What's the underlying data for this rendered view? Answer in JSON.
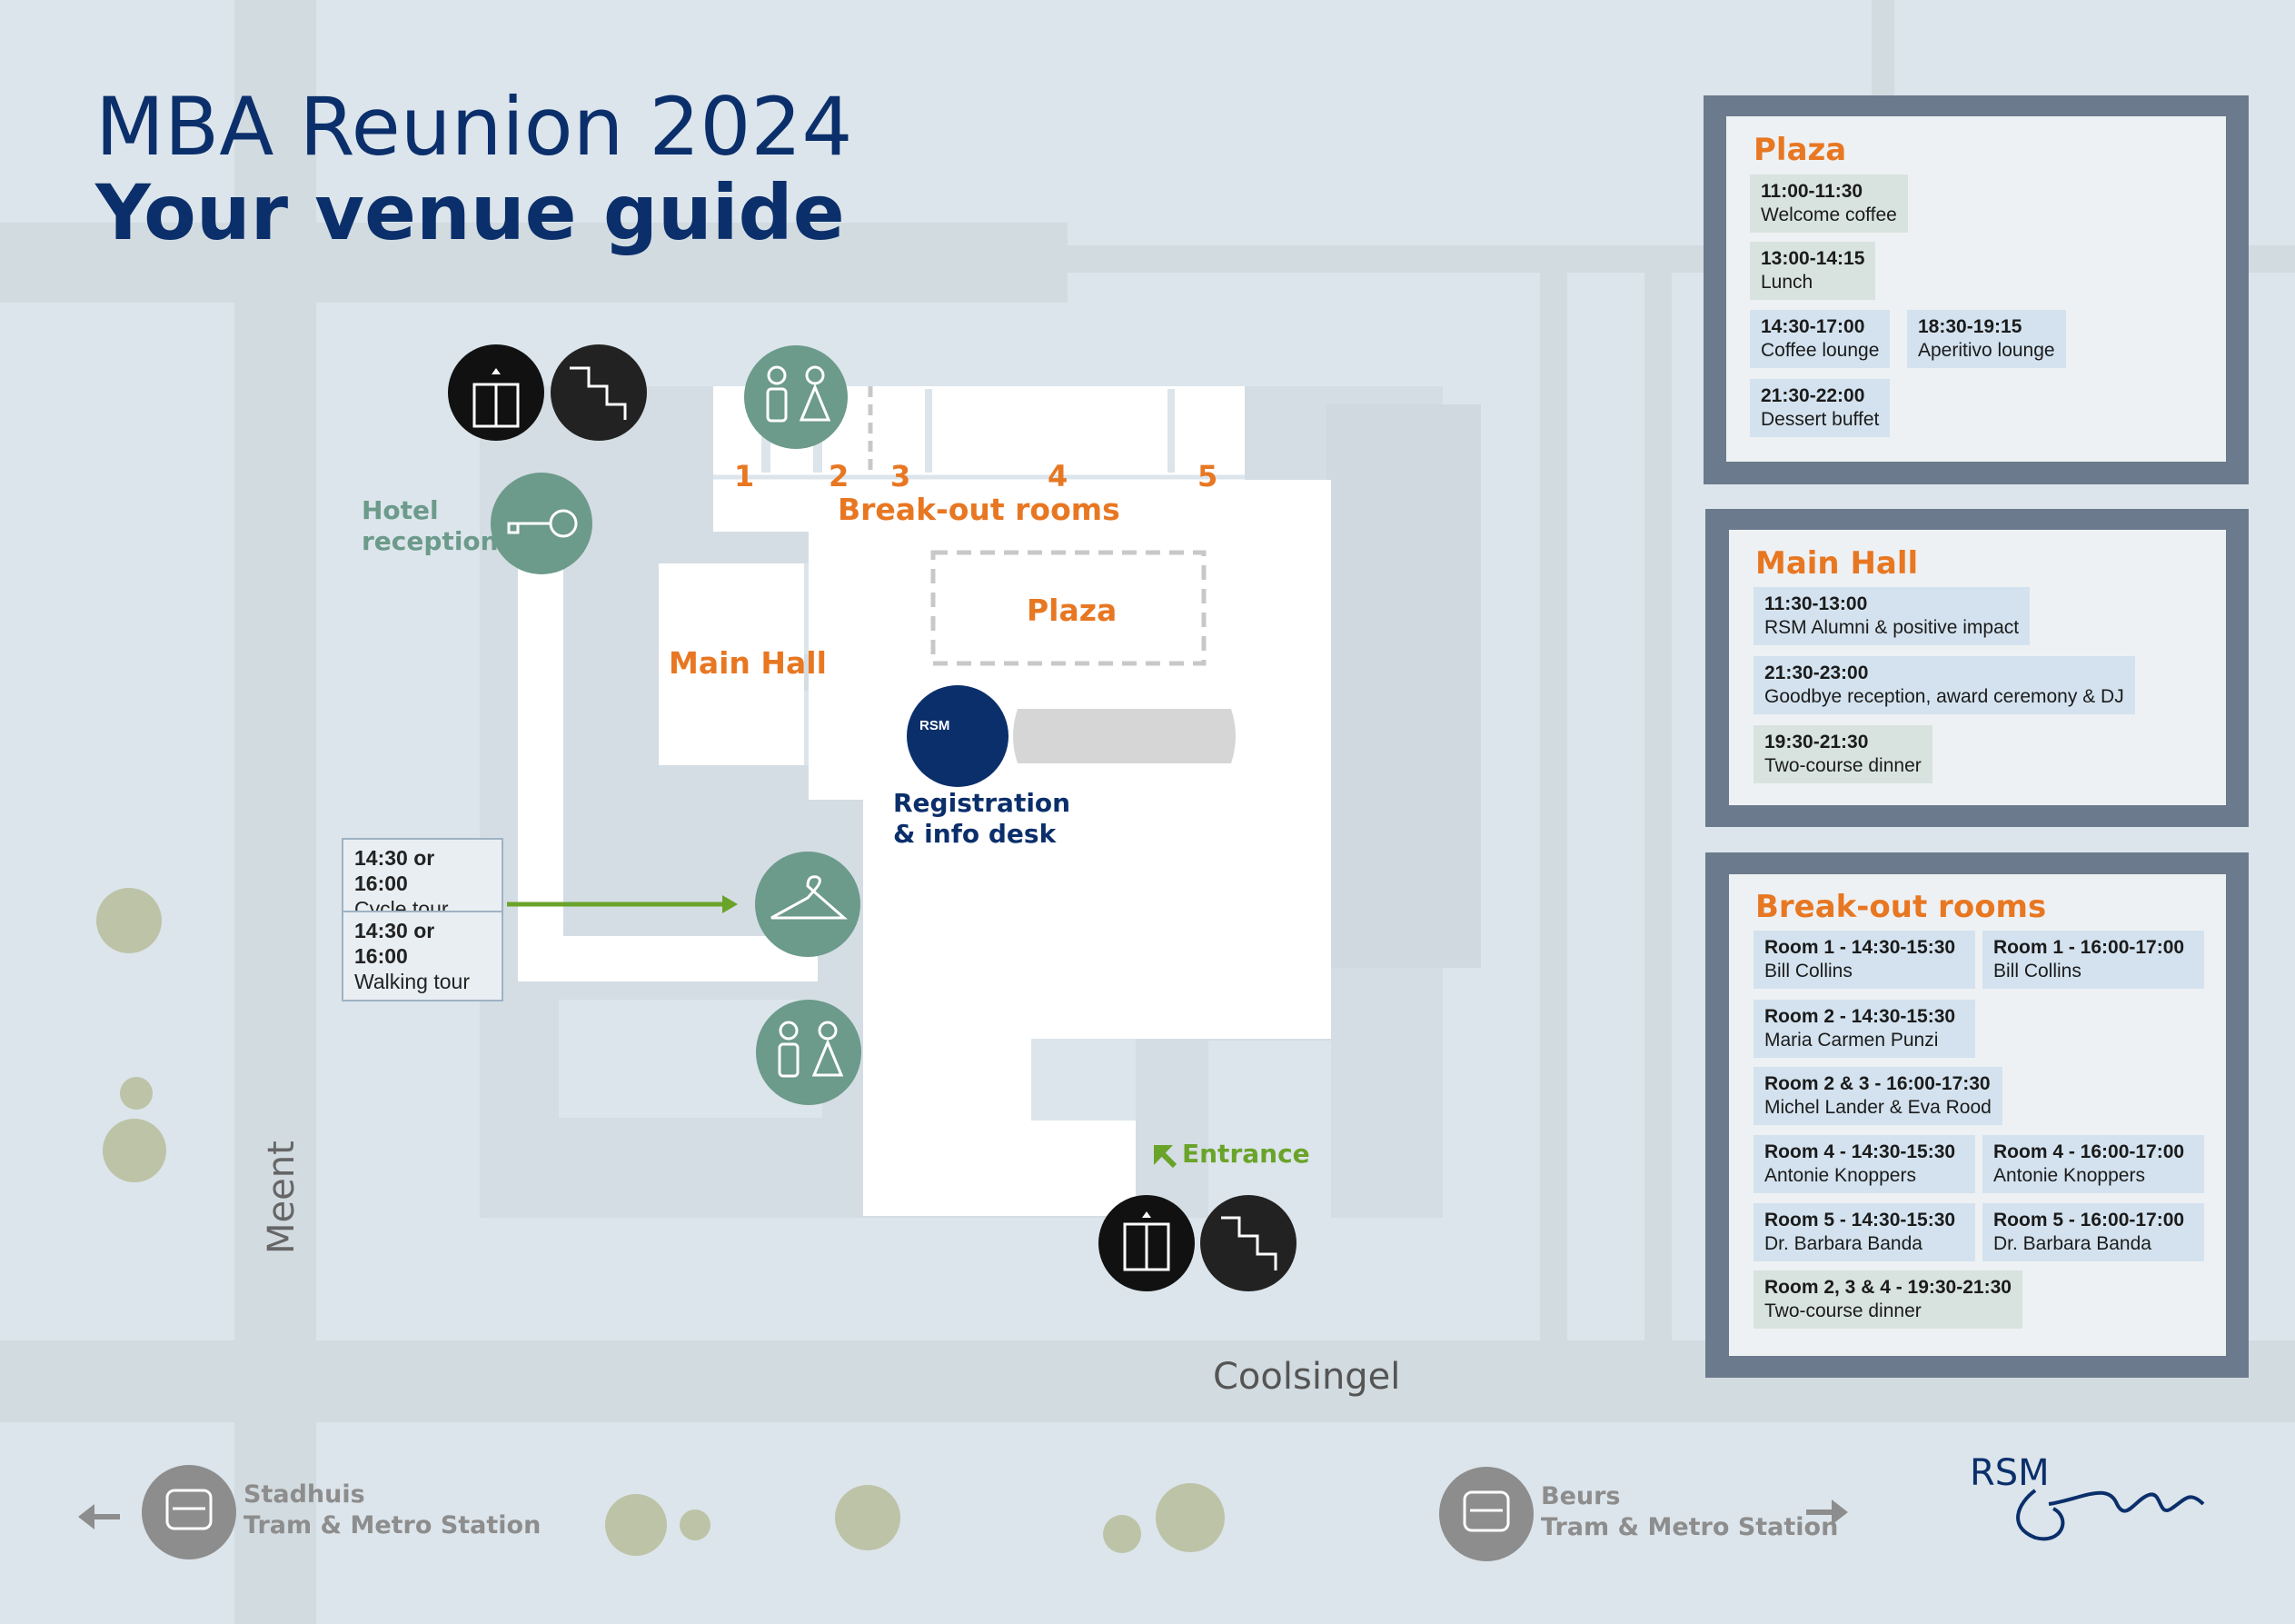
{
  "title": {
    "line1": "MBA Reunion 2024",
    "line2": "Your venue guide"
  },
  "map": {
    "streets": {
      "meent": "Meent",
      "coolsingel": "Coolsingel"
    },
    "hotel_reception": {
      "line1": "Hotel",
      "line2": "reception"
    },
    "breakout_label": "Break-out rooms",
    "room_numbers": [
      "1",
      "2",
      "3",
      "4",
      "5"
    ],
    "main_hall_label": "Main Hall",
    "plaza_label": "Plaza",
    "registration": {
      "line1": "Registration",
      "line2": "& info desk"
    },
    "entrance": "Entrance",
    "logo_text": "RSM",
    "tours": [
      {
        "time": "14:30 or 16:00",
        "name": "Cycle tour"
      },
      {
        "time": "14:30 or 16:00",
        "name": "Walking tour"
      }
    ],
    "stations": [
      {
        "name": "Stadhuis",
        "sub": "Tram & Metro Station"
      },
      {
        "name": "Beurs",
        "sub": "Tram & Metro Station"
      }
    ]
  },
  "panels": {
    "plaza": {
      "title": "Plaza",
      "items": [
        {
          "time": "11:00-11:30",
          "label": "Welcome coffee",
          "color": "green"
        },
        {
          "time": "13:00-14:15",
          "label": "Lunch",
          "color": "green"
        },
        {
          "time": "14:30-17:00",
          "label": "Coffee lounge",
          "color": "blue"
        },
        {
          "time": "18:30-19:15",
          "label": "Aperitivo lounge",
          "color": "blue"
        },
        {
          "time": "21:30-22:00",
          "label": "Dessert buffet",
          "color": "blue"
        }
      ]
    },
    "main_hall": {
      "title": "Main Hall",
      "items": [
        {
          "time": "11:30-13:00",
          "label": "RSM Alumni & positive impact",
          "color": "blue"
        },
        {
          "time": "21:30-23:00",
          "label": "Goodbye reception, award ceremony & DJ",
          "color": "blue"
        },
        {
          "time": "19:30-21:30",
          "label": "Two-course dinner",
          "color": "green"
        }
      ]
    },
    "breakout": {
      "title": "Break-out rooms",
      "items": [
        {
          "time": "Room 1 - 14:30-15:30",
          "label": "Bill Collins",
          "color": "blue"
        },
        {
          "time": "Room 1 - 16:00-17:00",
          "label": "Bill Collins",
          "color": "blue"
        },
        {
          "time": "Room 2 - 14:30-15:30",
          "label": "Maria Carmen Punzi",
          "color": "blue"
        },
        {
          "time": "Room 2 & 3 - 16:00-17:30",
          "label": "Michel Lander & Eva Rood",
          "color": "blue"
        },
        {
          "time": "Room 4 - 14:30-15:30",
          "label": "Antonie Knoppers",
          "color": "blue"
        },
        {
          "time": "Room 4 - 16:00-17:00",
          "label": "Antonie Knoppers",
          "color": "blue"
        },
        {
          "time": "Room 5 - 14:30-15:30",
          "label": "Dr. Barbara Banda",
          "color": "blue"
        },
        {
          "time": "Room 5 - 16:00-17:00",
          "label": "Dr. Barbara Banda",
          "color": "blue"
        },
        {
          "time": "Room 2, 3 & 4 - 19:30-21:30",
          "label": "Two-course dinner",
          "color": "green"
        }
      ]
    }
  },
  "colors": {
    "navy": "#0b2f6b",
    "orange": "#e87722",
    "teal": "#6c9a8b",
    "green": "#6aa32a",
    "panel_frame": "#6b7a8c"
  }
}
